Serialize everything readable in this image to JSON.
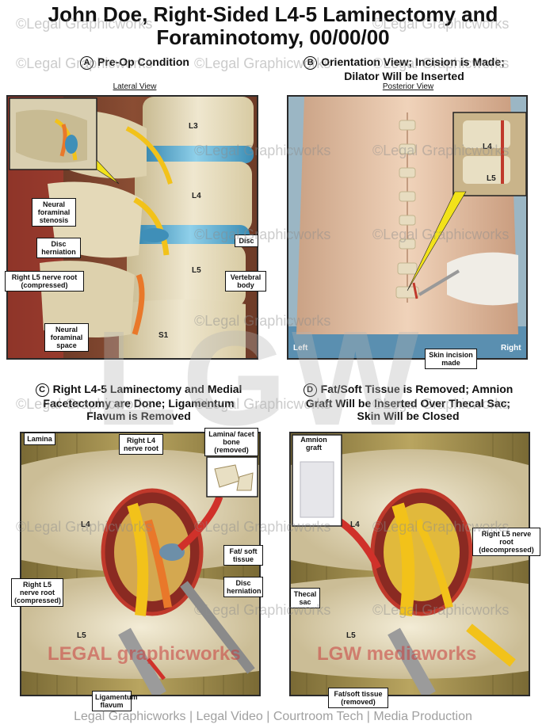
{
  "title_line1": "John Doe, Right-Sided L4-5 Laminectomy and",
  "title_line2": "Foraminotomy, 00/00/00",
  "panels": {
    "a": {
      "badge": "A",
      "heading": "Pre-Op Condition",
      "subheading": "Lateral View",
      "labels": {
        "l3": "L3",
        "l4": "L4",
        "l5": "L5",
        "s1": "S1"
      },
      "callouts": {
        "stenosis": "Neural foraminal stenosis",
        "herniation": "Disc herniation",
        "nerve": "Right L5 nerve root (compressed)",
        "space": "Neural foraminal space",
        "disc": "Disc",
        "body": "Vertebral body"
      }
    },
    "b": {
      "badge": "B",
      "heading1": "Orientation View; Incision is Made;",
      "heading2": "Dilator Will be Inserted",
      "subheading": "Posterior View",
      "labels": {
        "l4": "L4",
        "l5": "L5",
        "left": "Left",
        "right": "Right"
      },
      "callouts": {
        "incision": "Skin incision made"
      }
    },
    "c": {
      "badge": "C",
      "heading1": "Right L4-5 Laminectomy and Medial",
      "heading2": "Facetectomy are Done; Ligamentum",
      "heading3": "Flavum is Removed",
      "labels": {
        "l4": "L4",
        "l5": "L5"
      },
      "callouts": {
        "lamina": "Lamina",
        "nerve_l4": "Right L4 nerve root",
        "bone": "Lamina/ facet bone (removed)",
        "fat": "Fat/ soft tissue",
        "herniation": "Disc herniation",
        "nerve_l5": "Right L5 nerve root (compressed)",
        "flavum": "Ligamentum flavum"
      }
    },
    "d": {
      "badge": "D",
      "heading1": "Fat/Soft Tissue is Removed; Amnion",
      "heading2": "Graft Will be Inserted Over Thecal Sac;",
      "heading3": "Skin Will be Closed",
      "labels": {
        "l4": "L4",
        "l5": "L5"
      },
      "callouts": {
        "amnion": "Amnion graft",
        "nerve": "Right L5 nerve root (decompressed)",
        "thecal": "Thecal sac",
        "fat": "Fat/soft tissue (removed)"
      }
    }
  },
  "watermark": "©Legal Graphicworks",
  "logo": "LGW",
  "brand1": "LEGAL graphicworks",
  "brand2": "LGW mediaworks",
  "footer": "Legal Graphicworks | Legal Video | Courtroom Tech | Media Production",
  "colors": {
    "bone": "#e8dfc3",
    "disc": "#4aa3c8",
    "nerve": "#f2c21a",
    "nerve_compressed": "#e9782a",
    "skin": "#e9c6a8",
    "tissue": "#a6382e"
  }
}
